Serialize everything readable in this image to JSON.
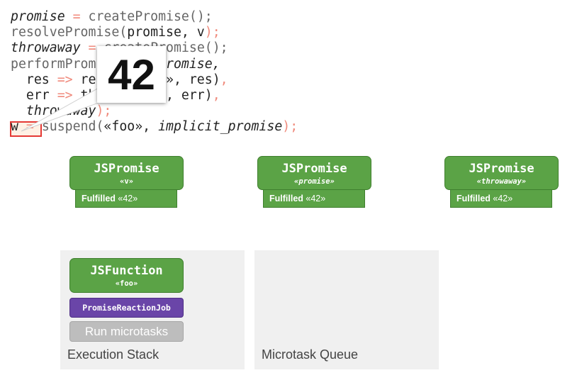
{
  "code": {
    "line1": {
      "a": "promise",
      "b": " = ",
      "c": "createPromise();"
    },
    "line2": {
      "a": "resolvePromise(",
      "b": "promise, v",
      "c": ");"
    },
    "line3": {
      "a": "throwaway",
      "b": " = ",
      "c": "createPromise();"
    },
    "line4": {
      "a": "performPromiseThen(",
      "b": "promise,"
    },
    "line5": {
      "a": "  res ",
      "b": "=>",
      "c": " resume(«foo», res)",
      "d": ","
    },
    "line6": {
      "a": "  err ",
      "b": "=>",
      "c": " throw(«foo», err)",
      "d": ","
    },
    "line7": {
      "a": "  throwaway",
      "b": ");"
    },
    "line8": {
      "a": "w",
      "b": " = ",
      "c": "suspend(",
      "d": "«foo», ",
      "e": "implicit_promise",
      "f": ");"
    }
  },
  "callout": {
    "value": "42"
  },
  "promises": [
    {
      "title": "JSPromise",
      "subtitle": "«v»",
      "state": "Fulfilled",
      "value": "«42»"
    },
    {
      "title": "JSPromise",
      "subtitle": "«promise»",
      "state": "Fulfilled",
      "value": "«42»"
    },
    {
      "title": "JSPromise",
      "subtitle": "«throwaway»",
      "state": "Fulfilled",
      "value": "«42»"
    }
  ],
  "execution_stack": {
    "label": "Execution Stack",
    "function_title": "JSFunction",
    "function_subtitle": "«foo»",
    "job": "PromiseReactionJob",
    "run": "Run microtasks"
  },
  "microtask_queue": {
    "label": "Microtask Queue"
  },
  "colors": {
    "green": "#5ba346",
    "purple": "#6a45a8",
    "gray": "#bdbdbd",
    "highlight": "#e53935",
    "keyword": "#f08a7c"
  }
}
